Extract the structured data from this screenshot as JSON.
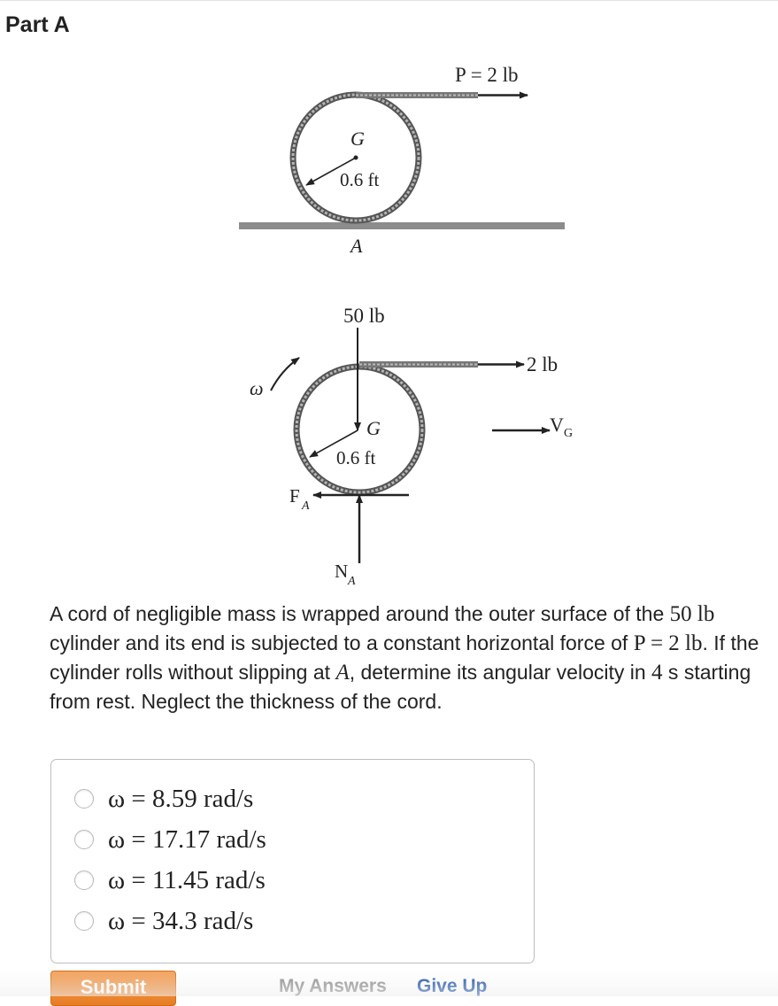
{
  "part": {
    "title": "Part A"
  },
  "figure_top": {
    "force_label": "P = 2 lb",
    "center_label": "G",
    "radius_label": "0.6 ft",
    "contact_label": "A"
  },
  "figure_fbd": {
    "weight_label": "50 lb",
    "force_label": "2 lb",
    "omega_symbol": "ω",
    "velocity_label": "V",
    "velocity_sub": "G",
    "center_label": "G",
    "radius_label": "0.6 ft",
    "friction_label": "F",
    "friction_sub": "A",
    "normal_label": "N",
    "normal_sub": "A"
  },
  "question": {
    "t1": "A cord of negligible mass is wrapped around the outer surface of the ",
    "m1": "50 lb",
    "t2": " cylinder and its end is subjected to a constant horizontal force of ",
    "m2": "P = 2 lb",
    "t3": ". If the cylinder rolls without slipping at ",
    "m3": "A",
    "t4": ", determine its angular velocity in ",
    "m4": "4",
    "t5": " s starting from rest. Neglect the thickness of the cord."
  },
  "options": [
    {
      "label": "ω = 8.59 rad/s"
    },
    {
      "label": "ω = 17.17 rad/s"
    },
    {
      "label": "ω = 11.45 rad/s"
    },
    {
      "label": "ω = 34.3 rad/s"
    }
  ],
  "actions": {
    "submit_label": "Submit",
    "my_answers_label": "My Answers",
    "give_up_label": "Give Up"
  },
  "colors": {
    "submit": "#e77d22",
    "give_up_link": "#174ea6",
    "my_answers_link": "#8a8a8a"
  }
}
